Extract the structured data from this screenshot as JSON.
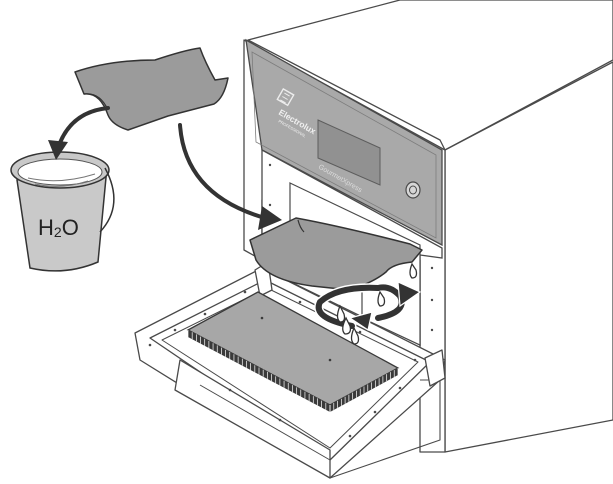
{
  "bucket": {
    "label": "H2O",
    "label_main": "H",
    "label_sub": "2",
    "label_tail": "O"
  },
  "oven": {
    "brand": "Electrolux",
    "brand_sub": "PROFESSIONAL",
    "model": "GourmetXpress"
  },
  "colors": {
    "outline": "#3a3a3a",
    "panel": "#a9a9a9",
    "cloth": "#9b9b9b",
    "water": "#c9c9c9",
    "arrow": "#333333"
  }
}
